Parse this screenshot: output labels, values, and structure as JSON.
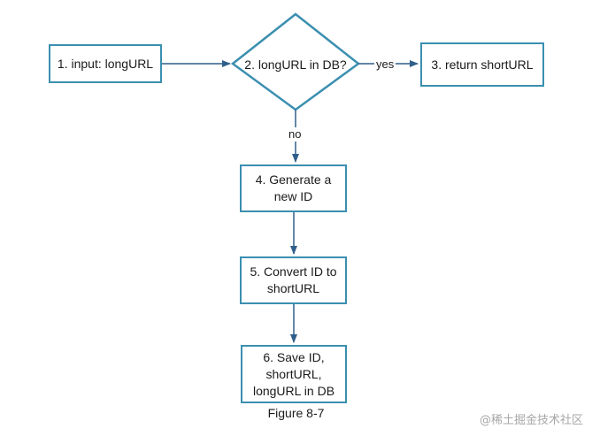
{
  "nodes": {
    "input": "1. input: longURL",
    "check": "2. longURL in DB?",
    "return_short": "3. return shortURL",
    "generate": "4. Generate a new ID",
    "convert": "5. Convert ID to shortURL",
    "save": "6. Save ID, shortURL, longURL in DB"
  },
  "edges": {
    "yes": "yes",
    "no": "no"
  },
  "caption": "Figure 8-7",
  "watermark": "@稀土掘金技术社区",
  "colors": {
    "stroke": "#3b8fb0",
    "arrow": "#2f5f8a"
  }
}
